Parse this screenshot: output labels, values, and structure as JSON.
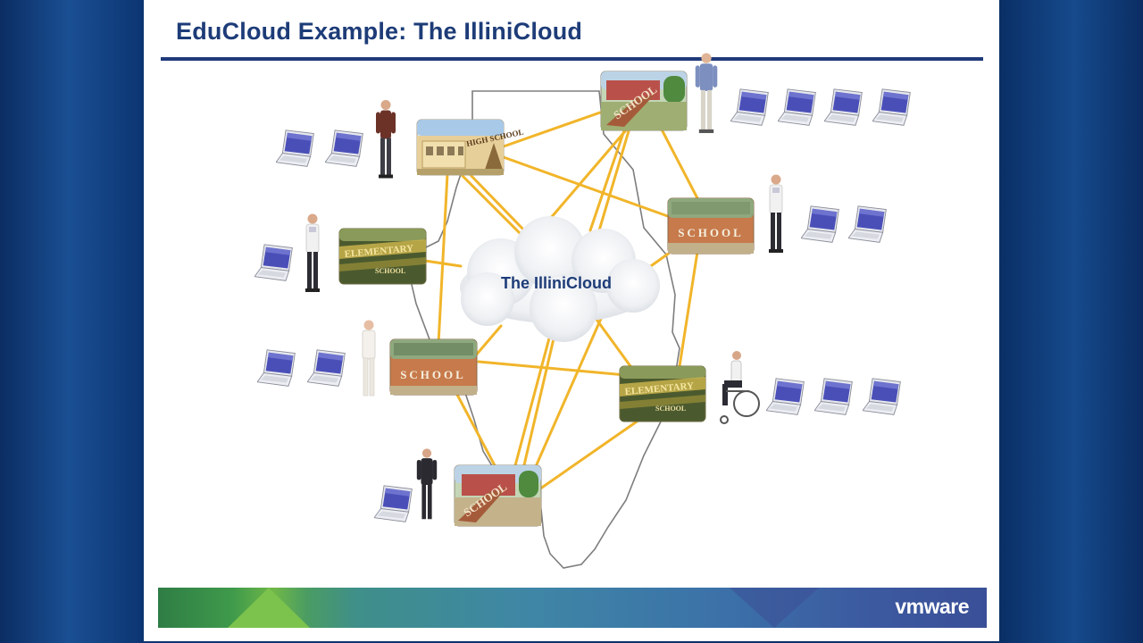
{
  "slide": {
    "title": "EduCloud Example: The IlliniCloud"
  },
  "diagram": {
    "cloud_label": "The IlliniCloud",
    "school_signs": {
      "high_school": "HIGH SCHOOL",
      "school": "SCHOOL",
      "elementary": "ELEMENTARY",
      "elementary_sub": "SCHOOL"
    },
    "link_color": "#f1b52a",
    "map_outline_color": "#5c5c5c"
  },
  "footer": {
    "logo": "vmware"
  },
  "colors": {
    "title": "#1d3c78",
    "rule": "#1f3a7a",
    "laptop_screen": "#4a4fb8"
  }
}
